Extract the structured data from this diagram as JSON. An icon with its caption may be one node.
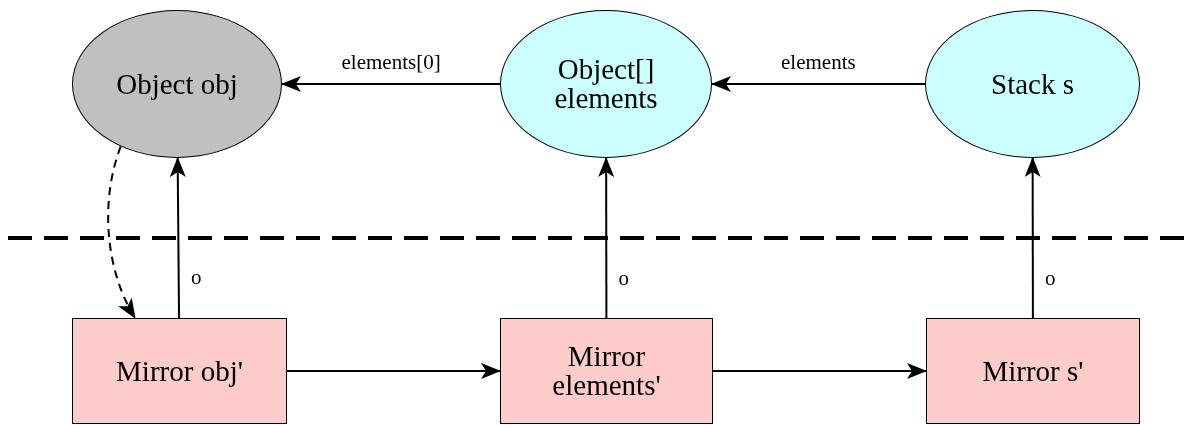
{
  "diagram": {
    "nodes": [
      {
        "text": [
          "Object obj"
        ]
      },
      {
        "text": [
          "Object[] elements"
        ]
      },
      {
        "text": [
          "Stack s"
        ]
      },
      {
        "text": [
          "Mirror obj'"
        ]
      },
      {
        "text": [
          "Mirror elements'"
        ]
      },
      {
        "text": [
          "Mirror s'"
        ]
      }
    ],
    "edges": [
      {
        "from": 1,
        "to": 0,
        "arrow": "to",
        "label": "elements[0]"
      },
      {
        "from": 2,
        "to": 1,
        "arrow": "to",
        "label": "elements"
      },
      {
        "from": 0,
        "to": 3,
        "arrow": "to",
        "style": "dashed"
      },
      {
        "from": 3,
        "to": 0,
        "arrow": "to",
        "label": "o"
      },
      {
        "from": 4,
        "to": 1,
        "arrow": "to",
        "label": "o"
      },
      {
        "from": 5,
        "to": 2,
        "arrow": "to",
        "label": "o"
      },
      {
        "from": 3,
        "to": 4,
        "arrow": "to"
      },
      {
        "from": 4,
        "to": 5,
        "arrow": "to"
      }
    ]
  }
}
